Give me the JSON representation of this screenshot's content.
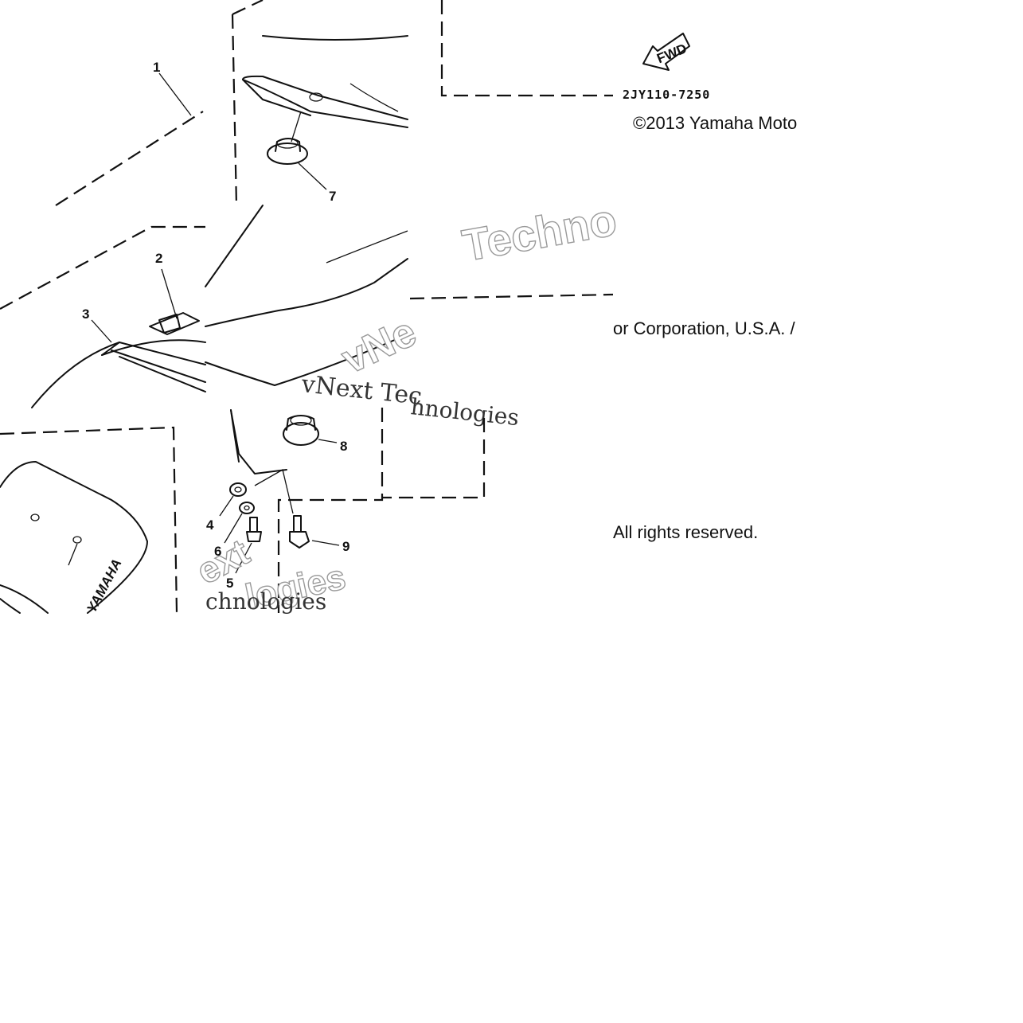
{
  "diagram": {
    "callouts": [
      "1",
      "2",
      "3",
      "4",
      "5",
      "6",
      "7",
      "8",
      "9"
    ],
    "part_code": "2JY110-7250",
    "fwd_arrow_label": "FWD",
    "logo_text": "YAMAHA",
    "copyright_line1": "©2013 Yamaha Moto",
    "copyright_line2": "or Corporation, U.S.A. /",
    "copyright_line3": "All rights reserved.",
    "watermark_a": "Techno",
    "watermark_b": "vNext Tec",
    "watermark_c": "hnologies",
    "watermark_d": "vNe",
    "watermark_e": "ext",
    "watermark_f": "logies",
    "watermark_g": "chnologies"
  },
  "colors": {
    "line": "#111111",
    "background": "#ffffff",
    "watermark_outline": "#9a9a9a"
  }
}
